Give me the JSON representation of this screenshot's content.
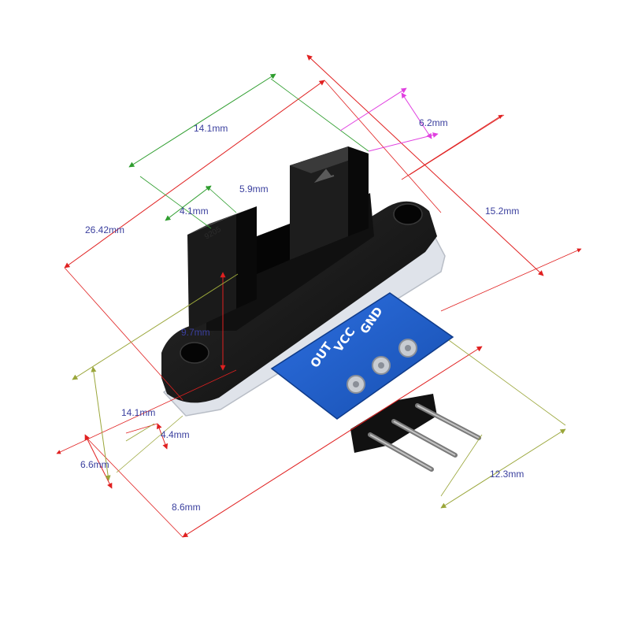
{
  "dimensions": {
    "d_14_1_top": "14.1mm",
    "d_6_2": "6.2mm",
    "d_5_9": "5.9mm",
    "d_26_42": "26.42mm",
    "d_4_1": "4.1mm",
    "d_15_2": "15.2mm",
    "d_9_7": "9.7mm",
    "d_14_1_bottom": "14.1mm",
    "d_4_4": "4.4mm",
    "d_6_6": "6.6mm",
    "d_8_6": "8.6mm",
    "d_12_3": "12.3mm"
  },
  "pins": {
    "out": "OUT",
    "vcc": "VCC",
    "gnd": "GND"
  },
  "colors": {
    "red": "#e02020",
    "green": "#2e9d2e",
    "magenta": "#e040e0",
    "olive": "#9aa63a",
    "label": "#3a3f9e",
    "pcb_blue": "#1f5fd0",
    "housing_black": "#141414"
  }
}
